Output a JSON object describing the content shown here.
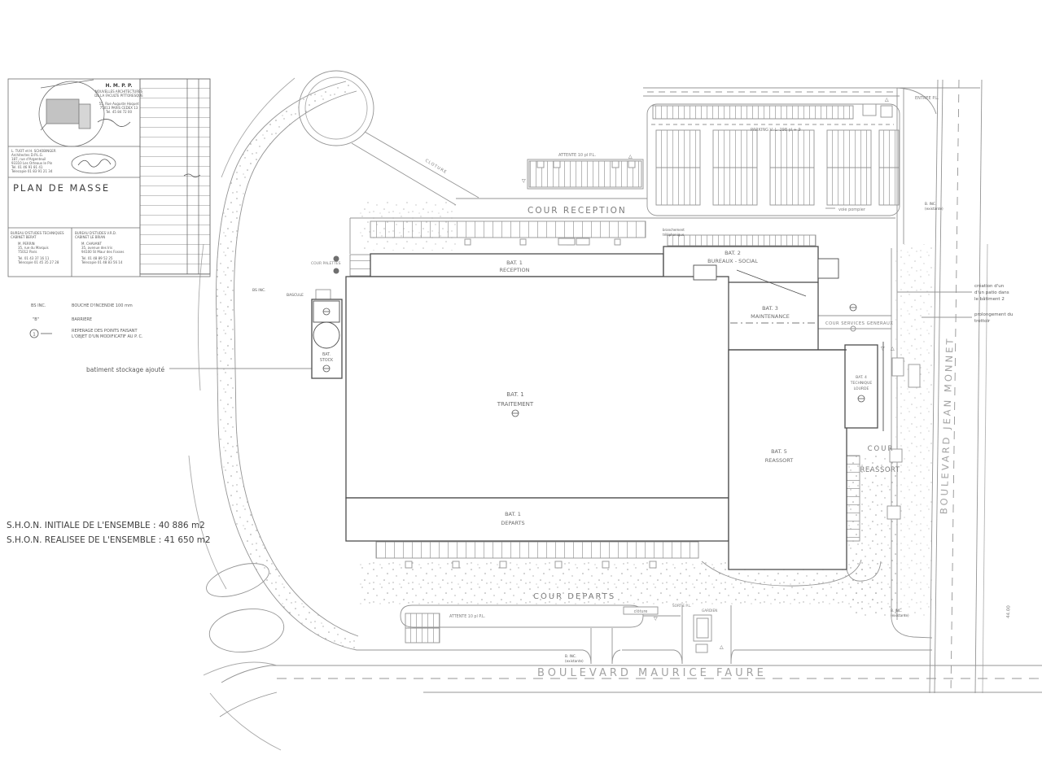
{
  "title_block": {
    "firm_name": "H. M. P. P.",
    "firm_line1": "NOUVELLES ARCHITECTURES",
    "firm_line2": "DE LA FACULTE PITTORESQUE",
    "firm_line3": "55, Rue Auguste Hoquet",
    "firm_line4": "75013 PARIS CEDEX 13",
    "firm_line5": "Tel. 45 84 72 00",
    "architect_line1": "L. TUOT et H. SCHOBINGER",
    "architect_line2": "Architectes  D.P.L.G.",
    "architect_line3": "187, rue d'Argenteuil",
    "architect_line4": "93310 Les Orteaux le Pin",
    "architect_line5": "Tel. 01 46 91 81 41",
    "architect_line6": "Telecopie 01 83 91 21 34",
    "title": "PLAN  DE  MASSE",
    "bet_line1": "BUREAU  D'ETUDES  TECHNIQUES",
    "bet_line2": "CABINET  BERAT",
    "bet_line3": "M. PERRIN",
    "bet_line4": "35, rue du Marquis",
    "bet_line5": "75012 Paris",
    "bet_line6": "Tel. 01 43 37 16 11",
    "bet_line7": "Telecopie 01 45 35 27 28",
    "vrd_line1": "BUREAU  D'ETUDES  V.R.D.",
    "vrd_line2": "CABINET  LE  BRIAN",
    "vrd_line3": "M. CHAVANT",
    "vrd_line4": "35, avenue des Iris",
    "vrd_line5": "94100 St Maur des Fosses",
    "vrd_line6": "Tel. 01 48 89 52 25",
    "vrd_line7": "Telecopie 01 48 83 56 14"
  },
  "legend": {
    "item1_key": "BS  INC.",
    "item1_label": "BOUCHE  D'INCENDIE  100 mm",
    "item2_key": "\"B\"",
    "item2_label": "BARRIERE",
    "item3_num": "1",
    "item3_label1": "REPERAGE  DES  POINTS  FAISANT",
    "item3_label2": "L'OBJET  D'UN  MODIFICATIF  AU  P. C."
  },
  "notes": {
    "stock_note": "batiment stockage ajouté",
    "shon1": "S.H.O.N.  INITIALE  DE  L'ENSEMBLE  :  40  886  m2",
    "shon2": "S.H.O.N.  REALISEE  DE  L'ENSEMBLE  :  41  650  m2",
    "patio1": "création d'un",
    "patio2": "d'un patio dans",
    "patio3": "le bâtiment 2",
    "trottoir1": "prolongement du",
    "trottoir2": "trottoir"
  },
  "buildings": {
    "bat1_reception": {
      "l1": "BAT.  1",
      "l2": "RECEPTION"
    },
    "bat2": {
      "l1": "BAT.  2",
      "l2": "BUREAUX  -  SOCIAL"
    },
    "bat3": {
      "l1": "BAT.  3",
      "l2": "MAINTENANCE"
    },
    "bat1_traitement": {
      "l1": "BAT.  1",
      "l2": "TRAITEMENT"
    },
    "bat1_departs": {
      "l1": "BAT.  1",
      "l2": "DEPARTS"
    },
    "bat4": {
      "l1": "BAT.  4",
      "l2": "TECHNIQUE",
      "l3": "LOURDE"
    },
    "bat5": {
      "l1": "BAT.  5",
      "l2": "REASSORT"
    },
    "bat_stock": {
      "l1": "BAT.",
      "l2": "STOCK"
    }
  },
  "areas": {
    "cour_reception": "COUR  RECEPTION",
    "cour_departs": "COUR  DEPARTS",
    "cour_services": "COUR  SERVICES  GENERAUX",
    "cour_reassort_1": "COUR",
    "cour_reassort_2": "REASSORT",
    "cour_palettes": "COUR PALETTES",
    "parking": "PARKING  V. L.  298 pl  +  9",
    "attente_top": "ATTENTE  10 pl   P.L.",
    "attente_bottom": "ATTENTE 10 pl  P.L."
  },
  "roads": {
    "blvd_bottom": "BOULEVARD   MAURICE   FAURE",
    "blvd_right": "BOULEVARD   JEAN   MONNET",
    "entree_pl": "ENTREE  P.L.",
    "sortie_pl": "SORTIE  P.L.",
    "gardien": "GARDIEN",
    "cloture_box": "clôture",
    "cloture_diag": "CLOTURE",
    "voie_pompier": "voie pompier",
    "dim_44": "44.00"
  },
  "small_labels": {
    "binc_a": "B.  INC.",
    "binc_b": "(existante)",
    "bascule": "BASCULE",
    "bs_inc_plan": "BS  INC.",
    "brancht1": "branchement",
    "brancht2": "téléphonique"
  },
  "markers": {
    "up": "△",
    "down": "▽"
  }
}
